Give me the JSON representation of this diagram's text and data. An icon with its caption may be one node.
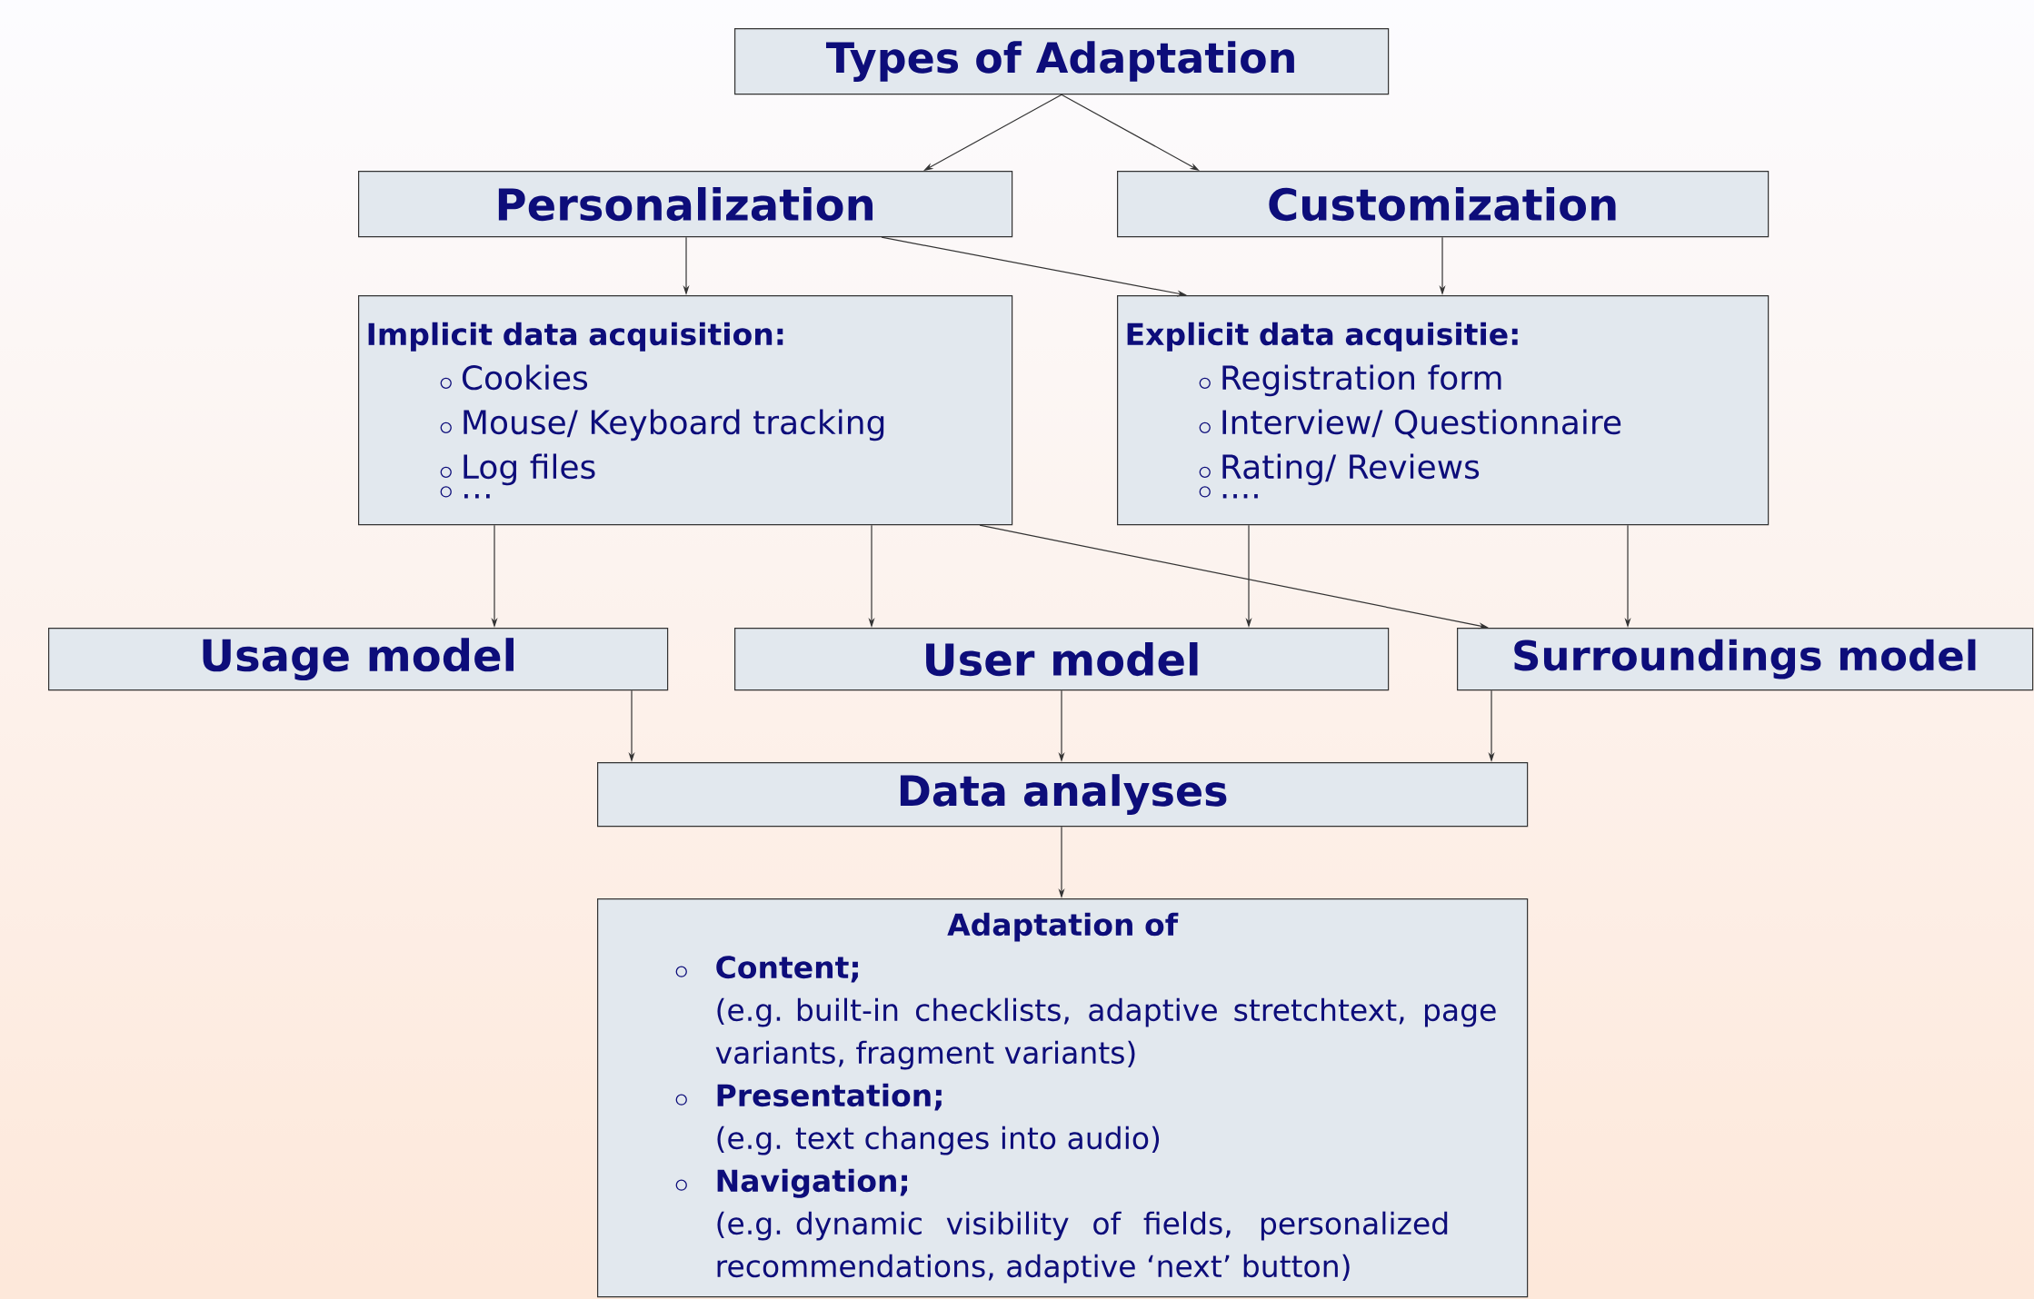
{
  "diagram": {
    "nodes": [
      {
        "text": [
          "Types of Adaptation"
        ]
      },
      {
        "text": [
          "Personalization"
        ]
      },
      {
        "text": [
          "Customization"
        ]
      },
      {
        "text": [
          "Implicit data acquisition:",
          "Cookies",
          "Mouse/ Keyboard tracking",
          "Log files",
          "…"
        ]
      },
      {
        "text": [
          "Explicit data acquisitie:",
          "Registration form",
          "Interview/ Questionnaire",
          "Rating/ Reviews",
          "...."
        ]
      },
      {
        "text": [
          "Usage model"
        ]
      },
      {
        "text": [
          "User model"
        ]
      },
      {
        "text": [
          "Surroundings model"
        ]
      },
      {
        "text": [
          "Data analyses"
        ]
      },
      {
        "text": [
          "Adaptation of",
          "Content;",
          "(e.g. built-in checklists, adaptive stretchtext, page variants, fragment variants)",
          "Presentation;",
          "(e.g. text changes into audio)",
          "Navigation;",
          "(e.g. dynamic visibility of fields, personalized recommendations, adaptive ‘next’ button)"
        ]
      }
    ],
    "edges": [
      {
        "from": 0,
        "to": 1,
        "arrow": "to"
      },
      {
        "from": 0,
        "to": 2,
        "arrow": "to"
      },
      {
        "from": 1,
        "to": 3,
        "arrow": "to"
      },
      {
        "from": 1,
        "to": 4,
        "arrow": "to"
      },
      {
        "from": 2,
        "to": 4,
        "arrow": "to"
      },
      {
        "from": 3,
        "to": 5,
        "arrow": "to"
      },
      {
        "from": 3,
        "to": 6,
        "arrow": "to"
      },
      {
        "from": 3,
        "to": 7,
        "arrow": "to"
      },
      {
        "from": 4,
        "to": 6,
        "arrow": "to"
      },
      {
        "from": 4,
        "to": 7,
        "arrow": "to"
      },
      {
        "from": 5,
        "to": 8,
        "arrow": "to"
      },
      {
        "from": 6,
        "to": 8,
        "arrow": "to"
      },
      {
        "from": 7,
        "to": 8,
        "arrow": "to"
      },
      {
        "from": 8,
        "to": 9,
        "arrow": "to"
      }
    ]
  }
}
